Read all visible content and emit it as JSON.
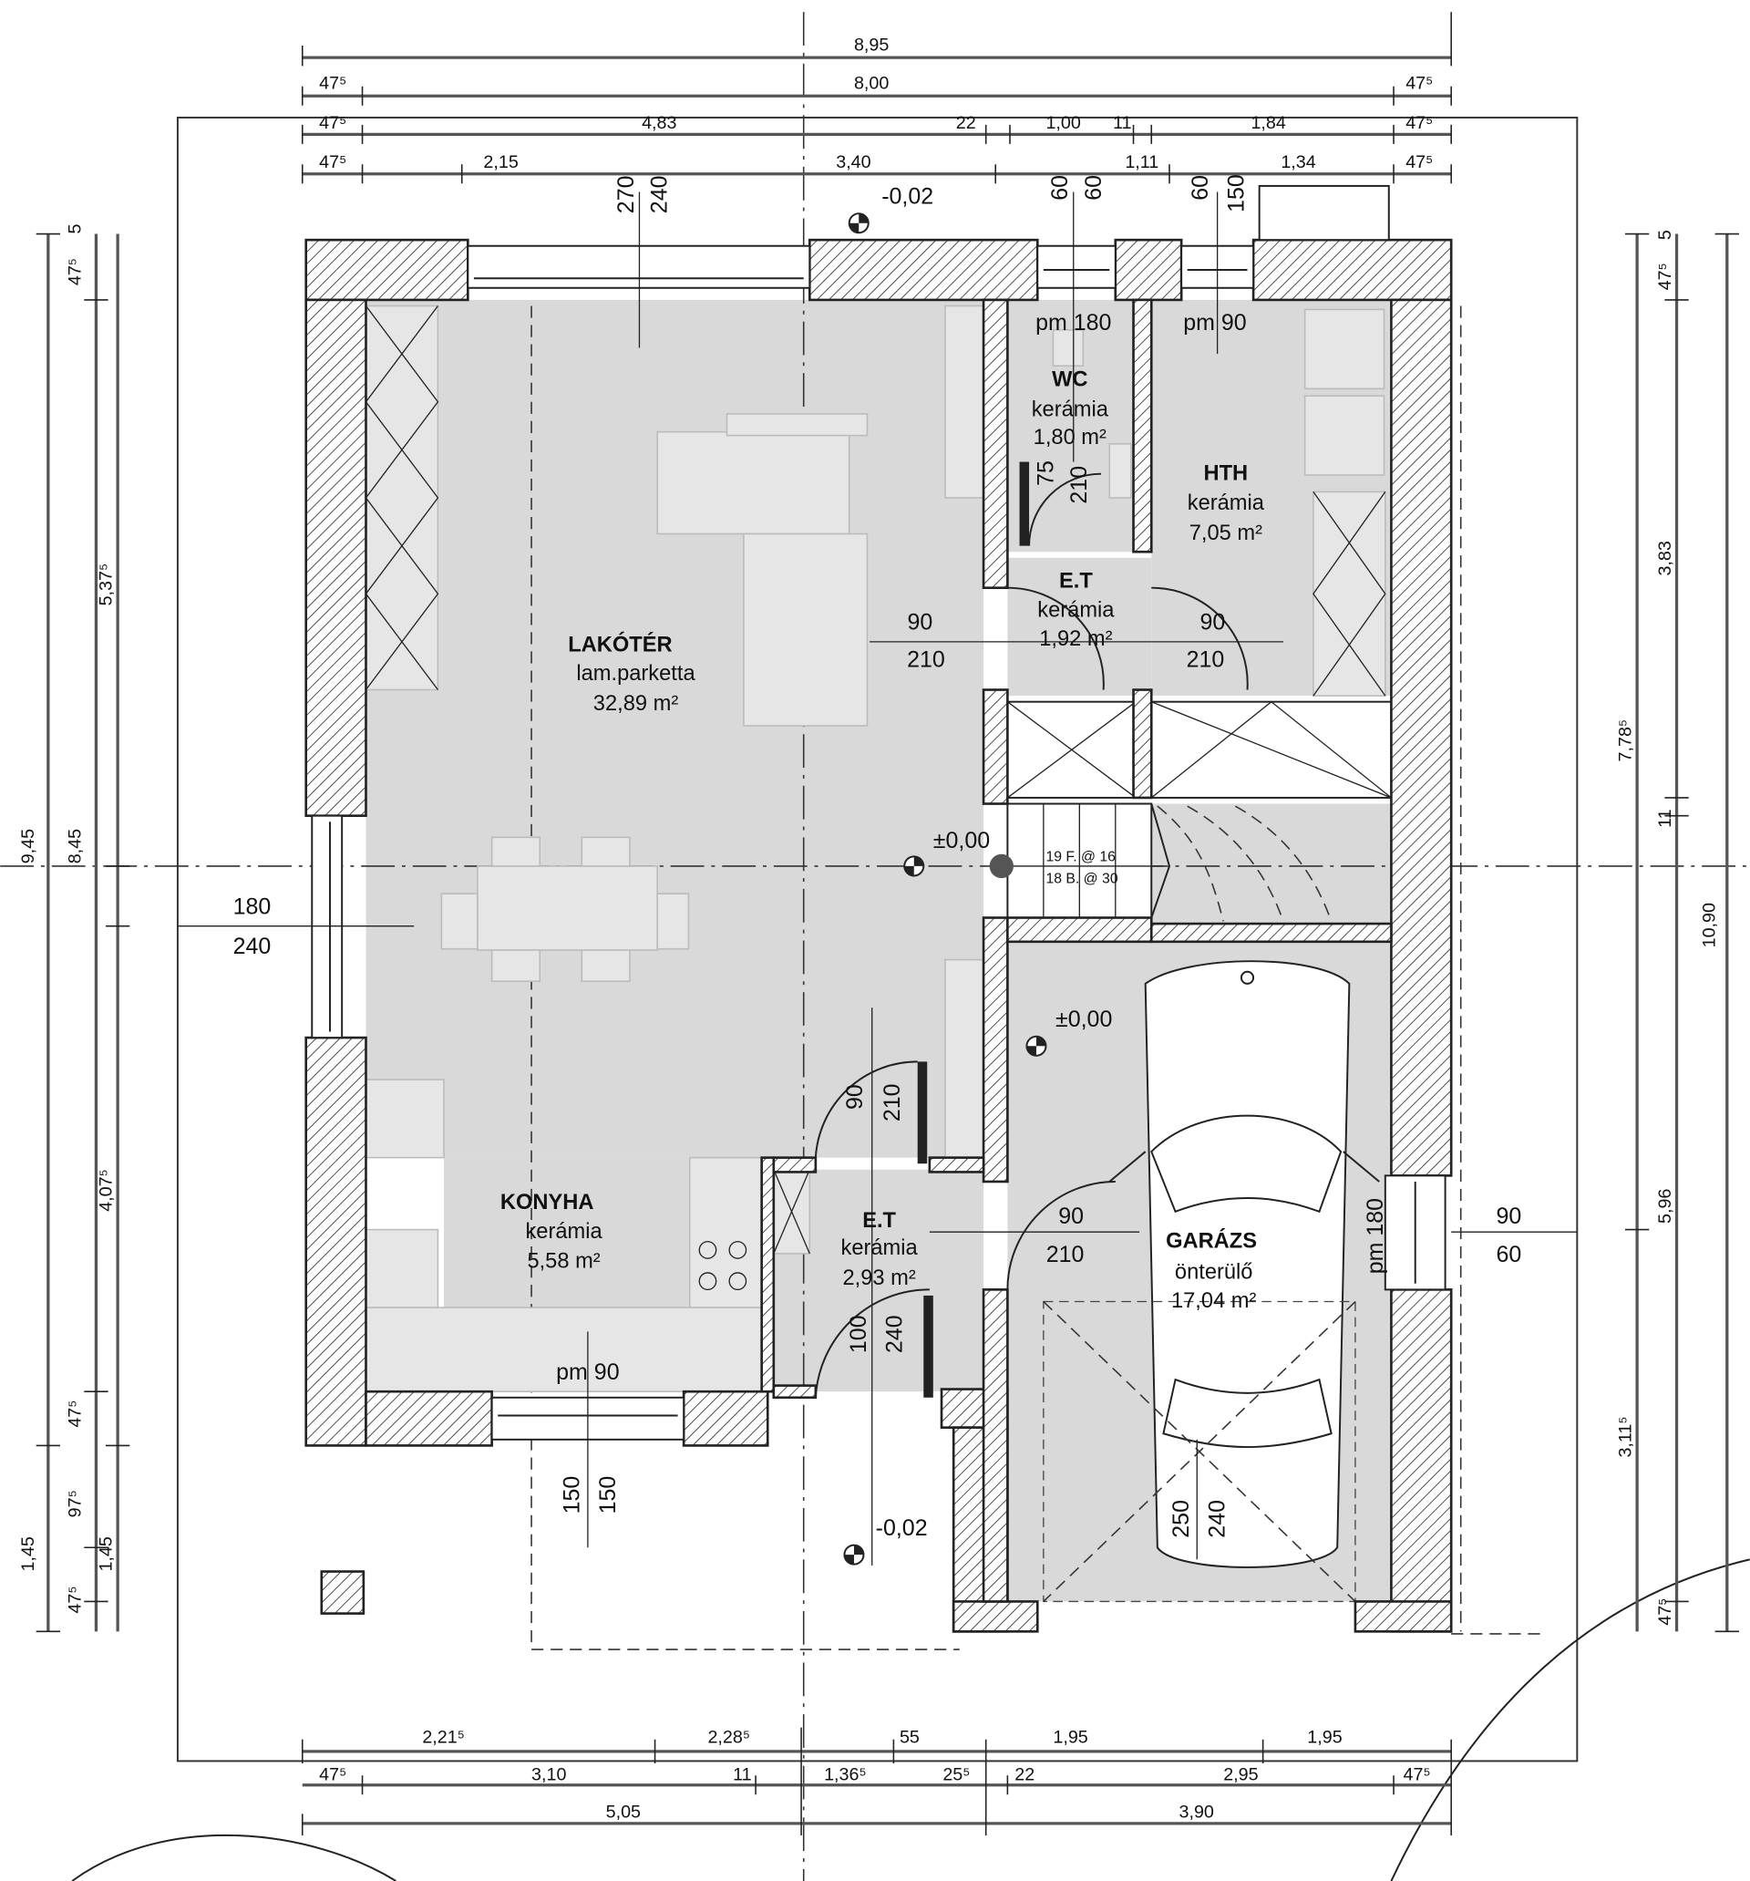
{
  "dimensions": {
    "top": {
      "row1": [
        "8,95"
      ],
      "row2": [
        "47⁵",
        "8,00",
        "47⁵"
      ],
      "row3": [
        "47⁵",
        "4,83",
        "22",
        "1,00",
        "11",
        "1,84",
        "47⁵"
      ],
      "row4": [
        "47⁵",
        "2,15",
        "3,40",
        "1,11",
        "1,34",
        "47⁵"
      ]
    },
    "bottom": {
      "row1": [
        "2,21⁵",
        "2,28⁵",
        "55",
        "1,95",
        "1,95"
      ],
      "row2": [
        "47⁵",
        "3,10",
        "11",
        "1,36⁵",
        "25⁵",
        "22",
        "2,95",
        "47⁵"
      ],
      "row3": [
        "5,05",
        "3,90"
      ]
    },
    "left": {
      "col1": [
        "9,45",
        "1,45"
      ],
      "col2": [
        "5",
        "47⁵",
        "8,45",
        "47⁵",
        "97⁵",
        "47⁵"
      ],
      "col3": [
        "5,37⁵",
        "4,07⁵",
        "1,45"
      ]
    },
    "right": {
      "col1": [
        "7,78⁵",
        "3,11⁵"
      ],
      "col2": [
        "5",
        "47⁵",
        "3,83",
        "11",
        "5,96",
        "47⁵"
      ],
      "col3": [
        "10,90"
      ]
    }
  },
  "rooms": [
    {
      "name": "LAKÓTÉR",
      "floor": "lam.parketta",
      "area": "32,89 m²"
    },
    {
      "name": "WC",
      "floor": "kerámia",
      "area": "1,80 m²"
    },
    {
      "name": "HTH",
      "floor": "kerámia",
      "area": "7,05 m²"
    },
    {
      "name": "E.T",
      "floor": "kerámia",
      "area": "1,92 m²"
    },
    {
      "name": "KONYHA",
      "floor": "kerámia",
      "area": "5,58 m²"
    },
    {
      "name": "E.T",
      "floor": "kerámia",
      "area": "2,93 m²"
    },
    {
      "name": "GARÁZS",
      "floor": "önterülő",
      "area": "17,04 m²"
    }
  ],
  "openings": {
    "top_window_living": [
      "270",
      "240"
    ],
    "top_window_wc": [
      "60",
      "60"
    ],
    "top_window_hth": [
      "60",
      "150"
    ],
    "sill_wc": "pm 180",
    "sill_hth": "pm 90",
    "sill_kitchen": "pm 90",
    "sill_garage": "pm 180",
    "left_window": [
      "180",
      "240"
    ],
    "right_window": [
      "90",
      "60"
    ],
    "kitchen_window": [
      "150",
      "150"
    ],
    "garage_door": [
      "250",
      "240"
    ],
    "door_living_et": [
      "90",
      "210"
    ],
    "door_hth": [
      "90",
      "210"
    ],
    "door_wc": [
      "75",
      "210"
    ],
    "door_et2": [
      "90",
      "210"
    ],
    "door_garage": [
      "90",
      "210"
    ],
    "entrance_door": [
      "100",
      "240"
    ]
  },
  "levels": [
    "-0,02",
    "±0,00",
    "±0,00",
    "-0,02"
  ],
  "stairs": [
    "19 F. @ 16",
    "18 B. @ 30"
  ]
}
